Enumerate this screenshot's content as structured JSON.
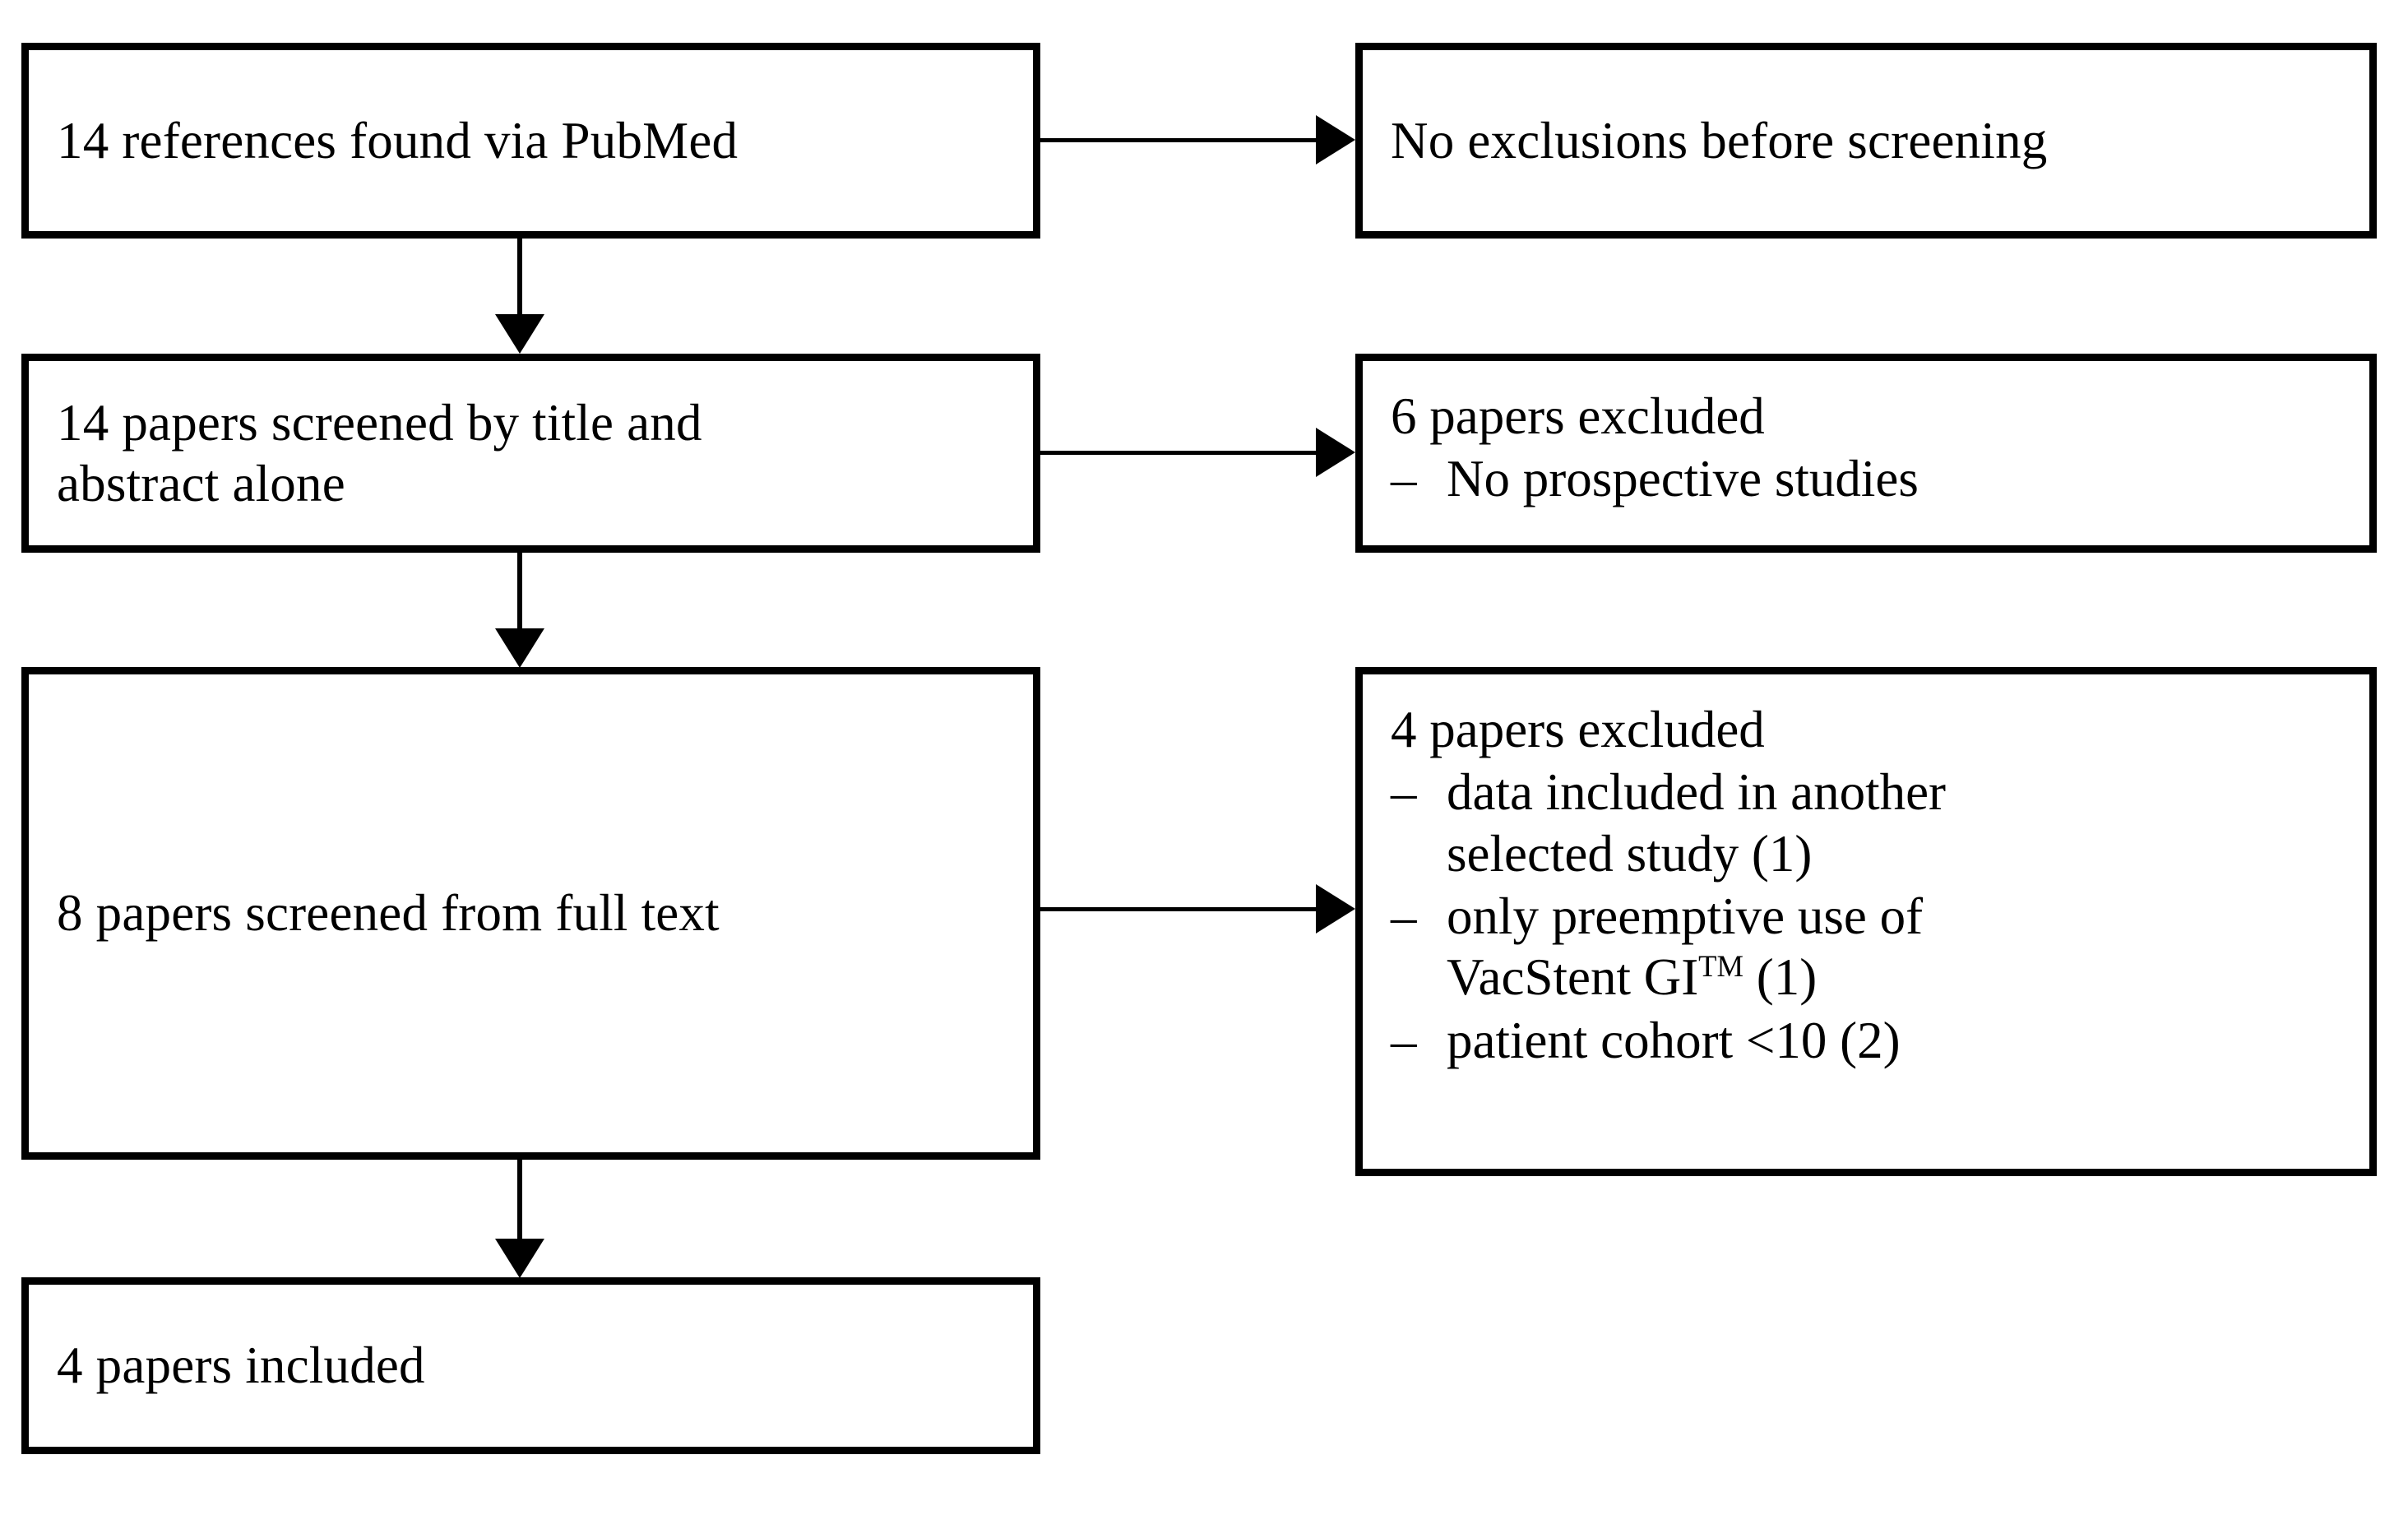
{
  "diagram": {
    "title": "PRISMA literature selection flow diagram",
    "type": "flowchart",
    "line_color": "#000000",
    "box_fill": "#ffffff"
  },
  "nodes": {
    "identification": {
      "label": "14 references found via PubMed",
      "count": 14
    },
    "identification_exclusion": {
      "label": "No exclusions before screening"
    },
    "screening": {
      "label": "14 papers screened by title and\nabstract alone",
      "count": 14
    },
    "screening_exclusion": {
      "heading": "6 papers excluded",
      "count": 6,
      "reasons": [
        {
          "dash": "–",
          "text": "No prospective studies"
        }
      ]
    },
    "fulltext": {
      "label": "8 papers screened from full text",
      "count": 8
    },
    "fulltext_exclusion": {
      "heading": "4 papers excluded",
      "count": 4,
      "reasons": [
        {
          "dash": "–",
          "text": "data included in another\nselected study (1)"
        },
        {
          "dash": "–",
          "text_pre": "only preemptive use of\nVacStent GI",
          "superscript": "TM",
          "text_post": " (1)"
        },
        {
          "dash": "–",
          "text": "patient cohort  <10 (2)"
        }
      ]
    },
    "included": {
      "label": "4 papers included",
      "count": 4
    }
  },
  "connectors": [
    {
      "name": "identification-to-exclusion",
      "direction": "right"
    },
    {
      "name": "identification-to-screening",
      "direction": "down"
    },
    {
      "name": "screening-to-exclusion",
      "direction": "right"
    },
    {
      "name": "screening-to-fulltext",
      "direction": "down"
    },
    {
      "name": "fulltext-to-exclusion",
      "direction": "right"
    },
    {
      "name": "fulltext-to-included",
      "direction": "down"
    }
  ]
}
